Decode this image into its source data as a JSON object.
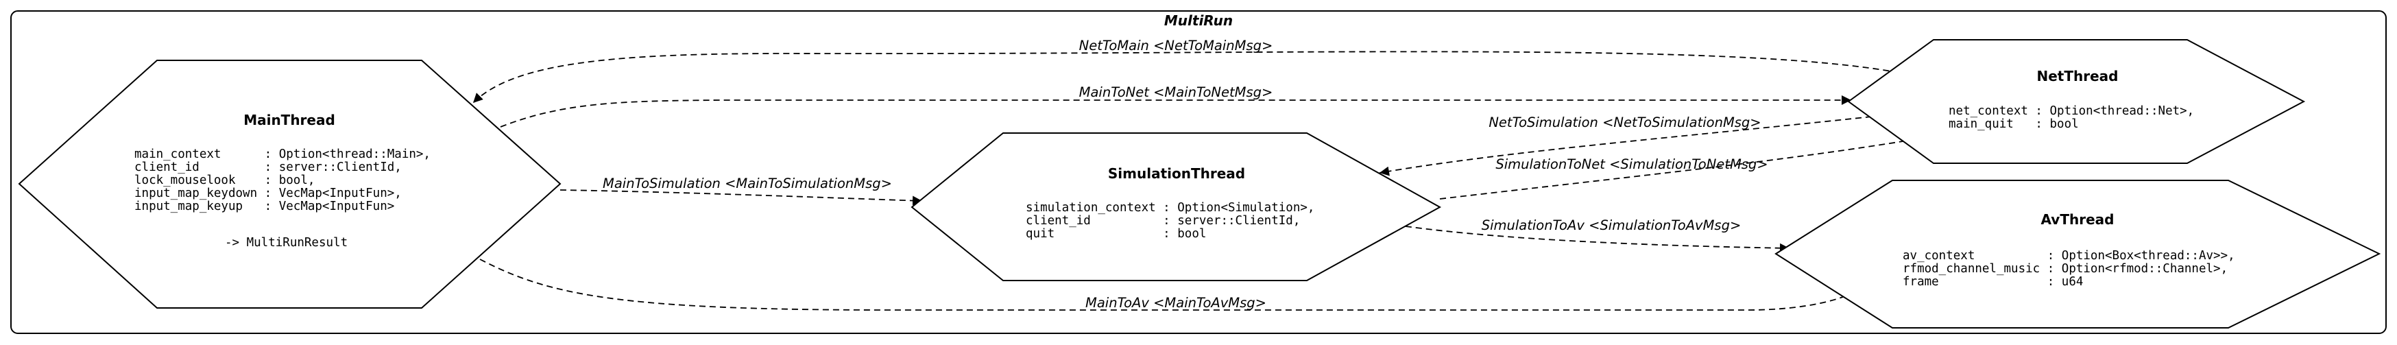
{
  "cluster": {
    "title": "MultiRun"
  },
  "nodes": {
    "main_thread": {
      "title": "MainThread",
      "fields": [
        "main_context      : Option<thread::Main>,",
        "client_id         : server::ClientId,",
        "lock_mouselook    : bool,",
        "input_map_keydown : VecMap<InputFun>,",
        "input_map_keyup   : VecMap<InputFun>"
      ],
      "returns": "-> MultiRunResult"
    },
    "simulation_thread": {
      "title": "SimulationThread",
      "fields": [
        "simulation_context : Option<Simulation>,",
        "client_id          : server::ClientId,",
        "quit               : bool"
      ]
    },
    "net_thread": {
      "title": "NetThread",
      "fields": [
        "net_context : Option<thread::Net>,",
        "main_quit   : bool"
      ]
    },
    "av_thread": {
      "title": "AvThread",
      "fields": [
        "av_context          : Option<Box<thread::Av>>,",
        "rfmod_channel_music : Option<rfmod::Channel>,",
        "frame               : u64"
      ]
    }
  },
  "edges": {
    "net_to_main": "NetToMain <NetToMainMsg>",
    "main_to_net": "MainToNet <MainToNetMsg>",
    "net_to_simulation": "NetToSimulation <NetToSimulationMsg>",
    "simulation_to_net": "SimulationToNet <SimulationToNetMsg>",
    "main_to_simulation": "MainToSimulation <MainToSimulationMsg>",
    "simulation_to_av": "SimulationToAv <SimulationToAvMsg>",
    "main_to_av": "MainToAv <MainToAvMsg>"
  }
}
